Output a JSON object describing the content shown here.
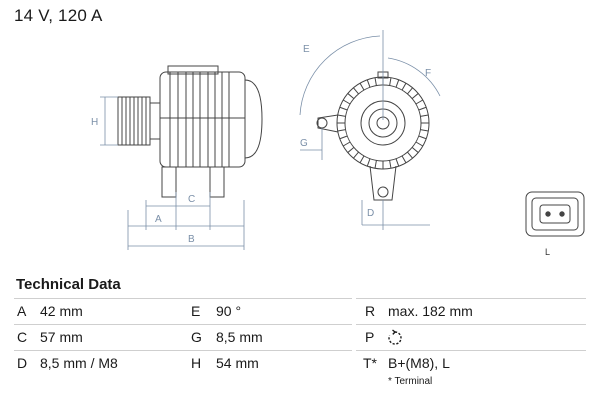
{
  "header": {
    "title": "14 V, 120 A"
  },
  "drawings": {
    "dim_letters": {
      "A": "A",
      "B": "B",
      "C": "C",
      "D": "D",
      "E": "E",
      "F": "F",
      "G": "G",
      "H": "H"
    },
    "connector_label": "L"
  },
  "technical_data": {
    "title": "Technical Data",
    "rows": [
      {
        "c1_label": "A",
        "c1_value": "42 mm",
        "c2_label": "E",
        "c2_value": "90 °",
        "c3_label": "R",
        "c3_value": "max. 182 mm"
      },
      {
        "c1_label": "C",
        "c1_value": "57 mm",
        "c2_label": "G",
        "c2_value": "8,5 mm",
        "c3_label": "P",
        "c3_value": ""
      },
      {
        "c1_label": "D",
        "c1_value": "8,5 mm / M8",
        "c2_label": "H",
        "c2_value": "54 mm",
        "c3_label": "T*",
        "c3_value": "B+(M8), L"
      }
    ],
    "footnote": "* Terminal",
    "rotation_icon": "clockwise-rotation-icon"
  }
}
